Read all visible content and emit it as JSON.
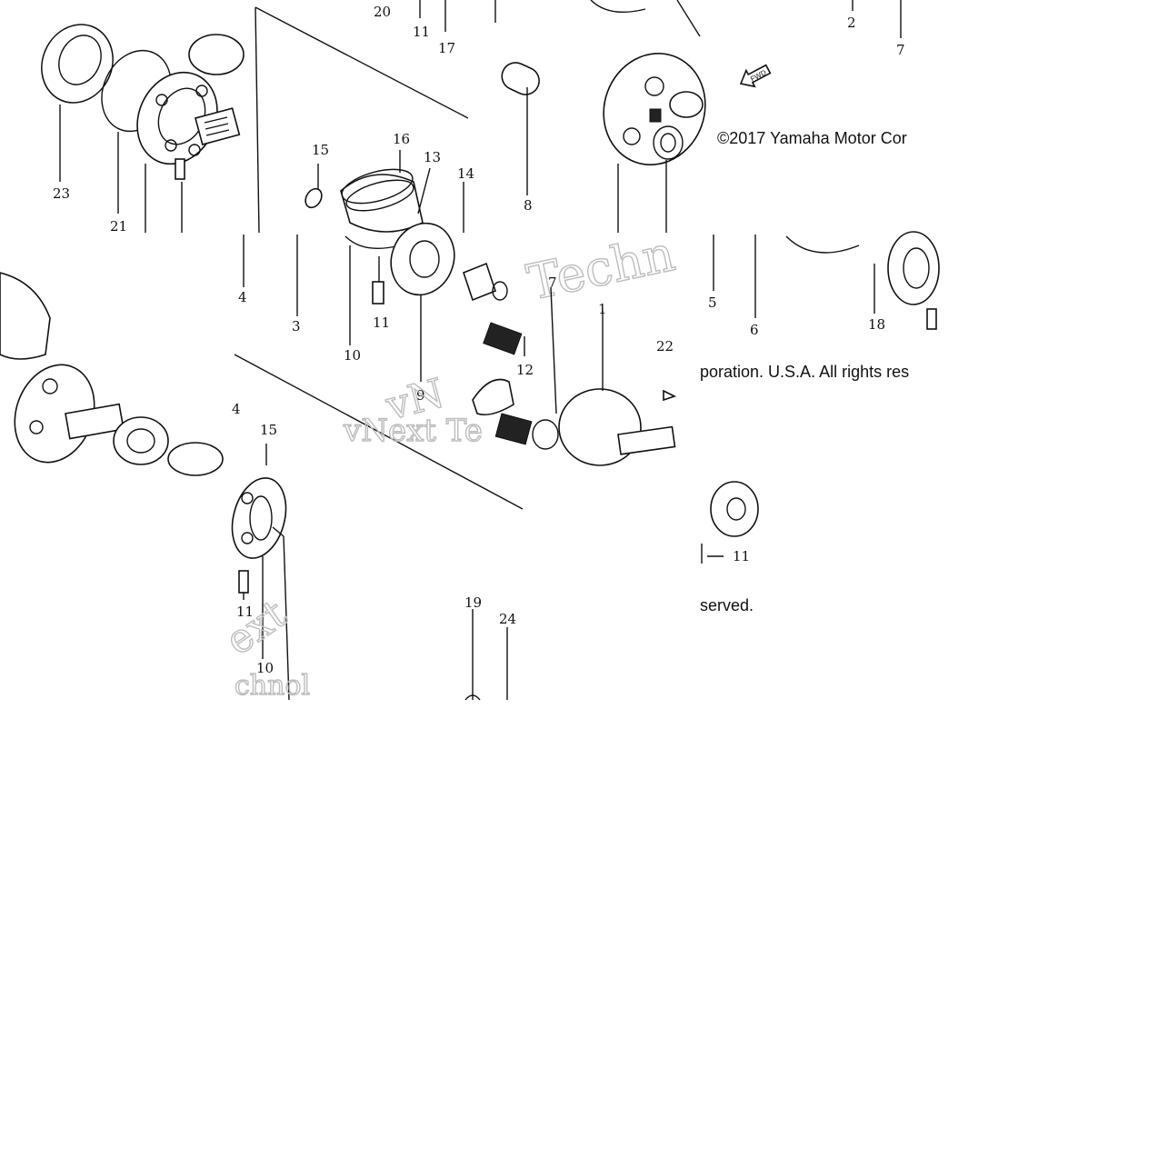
{
  "callouts": {
    "t1_20": "20",
    "t1_11": "11",
    "t1_17": "17",
    "t1_2": "2",
    "t1_7": "7",
    "t1_23": "23",
    "t1_21": "21",
    "t1_15": "15",
    "t1_16": "16",
    "t1_13": "13",
    "t1_14": "14",
    "t1_8": "8",
    "t2_4": "4",
    "t2_3": "3",
    "t2_10": "10",
    "t2_11": "11",
    "t2_9": "9",
    "t2_7": "7",
    "t2_1": "1",
    "t2_12": "12",
    "t2_22": "22",
    "t2_5": "5",
    "t2_6": "6",
    "t2_18": "18",
    "t3_4": "4",
    "t3_15": "15",
    "t3_11b": "11",
    "t4_11": "11",
    "t4_10": "10",
    "t4_19": "19",
    "t4_24": "24"
  },
  "copyright": {
    "line1": "©2017 Yamaha Motor Cor",
    "line2": "poration. U.S.A. All rights res",
    "line3": "served."
  },
  "fwd_label": "FWD",
  "watermark": {
    "w1": "Techn",
    "w2": "vNext Te",
    "w3": "vN",
    "w4": "ext",
    "w5": "chnol"
  }
}
